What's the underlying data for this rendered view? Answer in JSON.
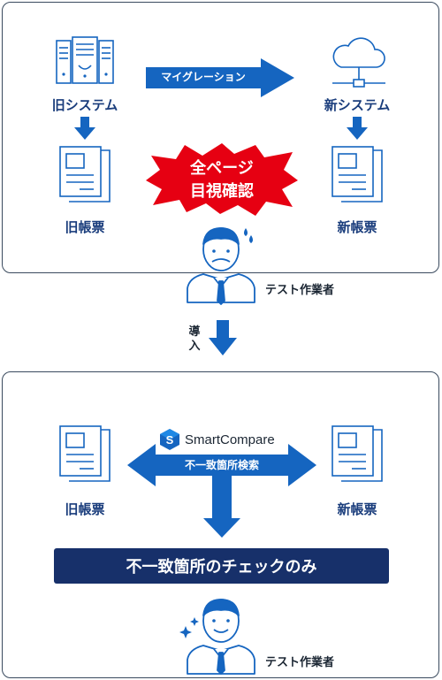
{
  "top": {
    "old_system_label": "旧システム",
    "new_system_label": "新システム",
    "migration_label": "マイグレーション",
    "old_form_label": "旧帳票",
    "new_form_label": "新帳票",
    "burst_line1": "全ページ",
    "burst_line2": "目視確認",
    "worker_label": "テスト作業者"
  },
  "middle": {
    "introduce_label": "導入"
  },
  "bottom": {
    "old_form_label": "旧帳票",
    "new_form_label": "新帳票",
    "product_name": "SmartCompare",
    "search_label": "不一致箇所検索",
    "result_label": "不一致箇所のチェックのみ",
    "worker_label": "テスト作業者"
  },
  "colors": {
    "accent_blue": "#1565c0",
    "label_blue": "#1a3d7c",
    "burst_red": "#e60012",
    "result_bar": "#17306a"
  }
}
